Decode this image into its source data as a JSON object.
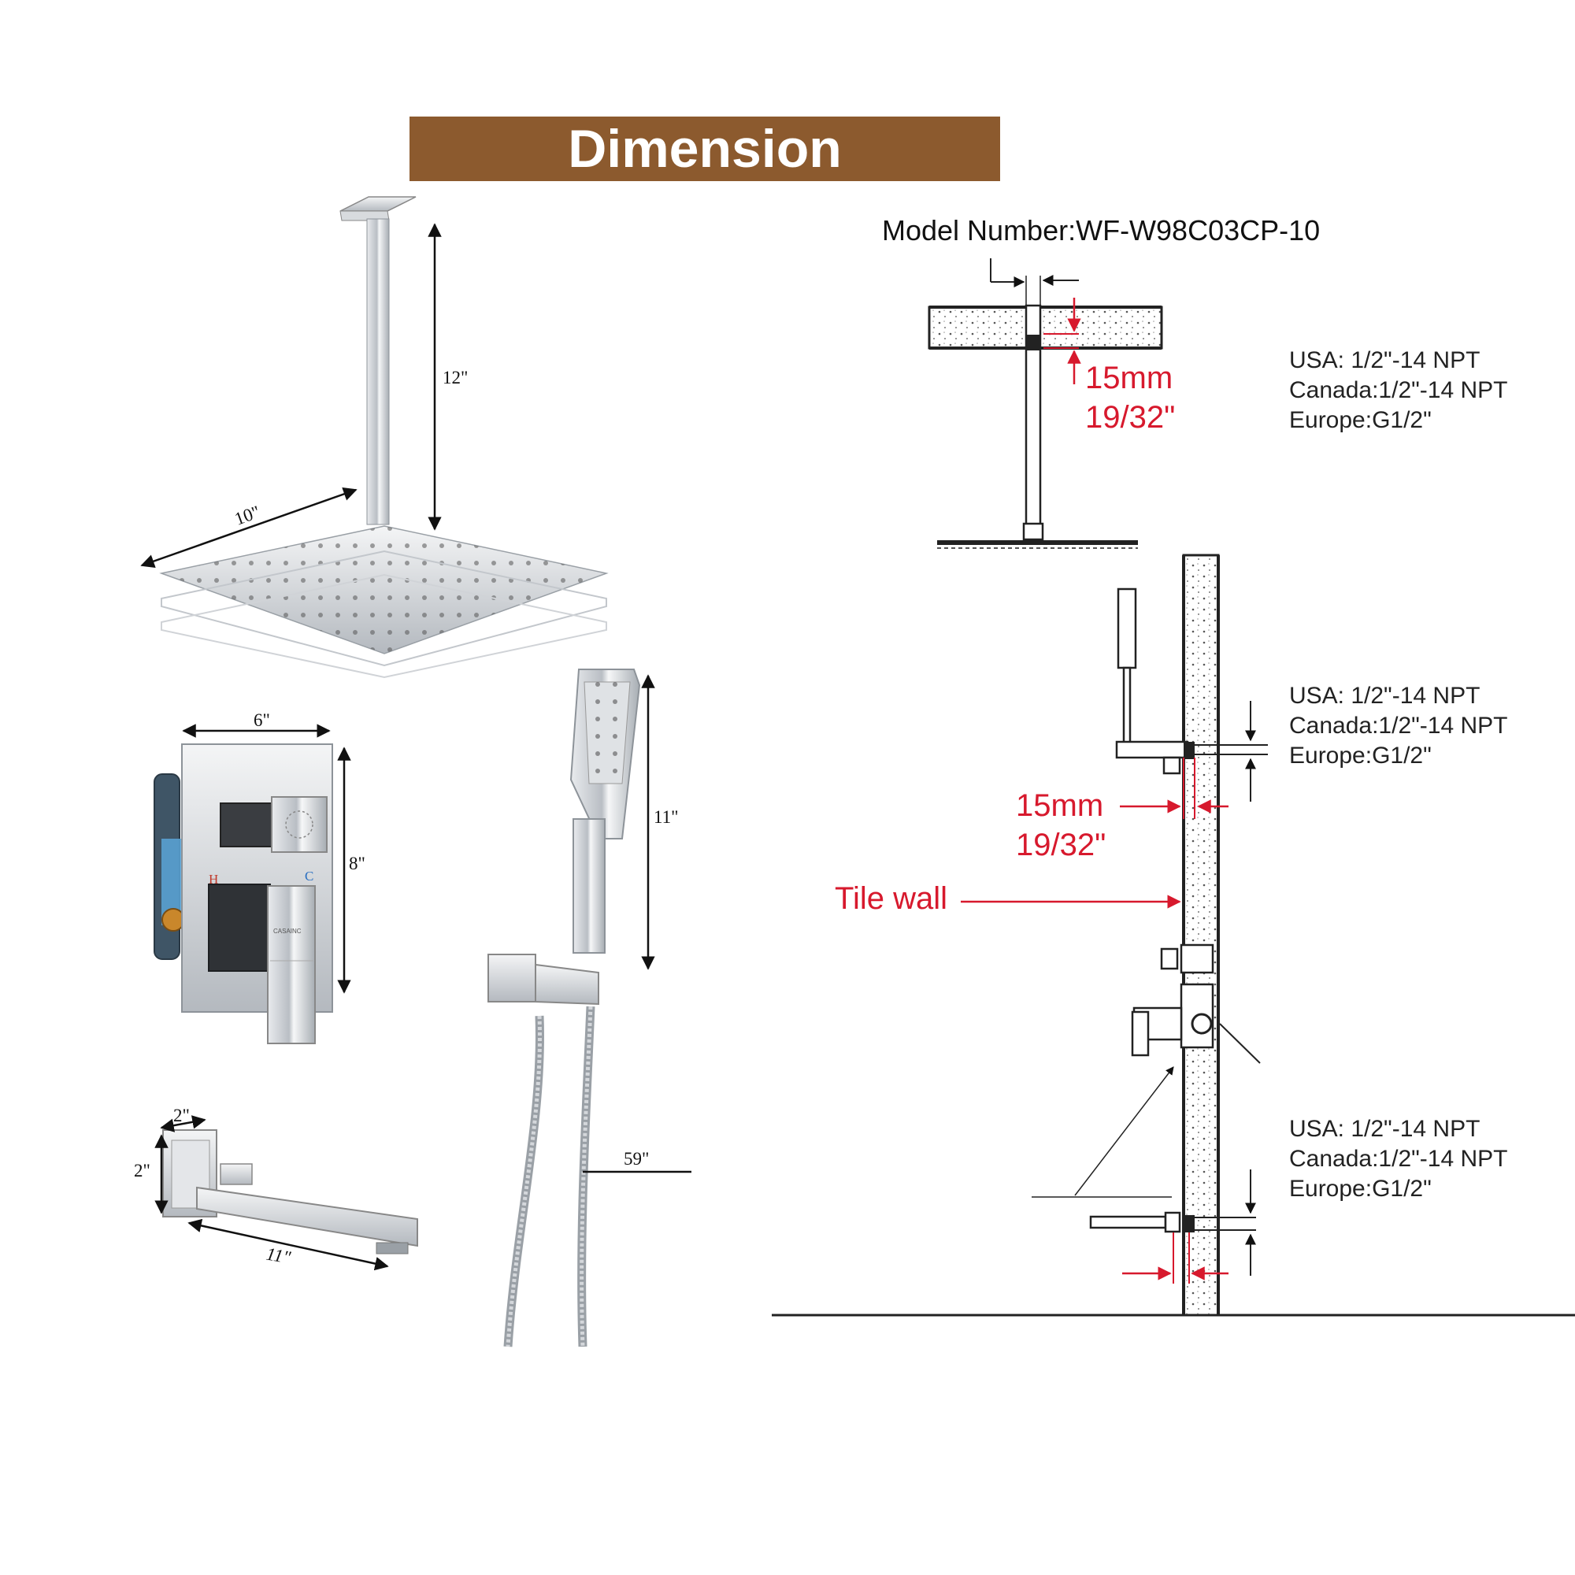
{
  "header": {
    "title": "Dimension"
  },
  "model_number": "Model Number:WF-W98C03CP-10",
  "product_dims": {
    "arm_length": "12\"",
    "head_width": "10\"",
    "valve_width": "6\"",
    "valve_height": "8\"",
    "handheld_length": "11\"",
    "hose_length": "59\"",
    "spout_width": "2\"",
    "spout_height": "2\"",
    "spout_length": "11\""
  },
  "valve_marks": {
    "hot": "H",
    "cold": "C",
    "brand": "CASAINC"
  },
  "thread_specs": [
    {
      "usa": "USA: 1/2\"-14 NPT",
      "canada": "Canada:1/2\"-14 NPT",
      "europe": "Europe:G1/2\""
    },
    {
      "usa": "USA: 1/2\"-14 NPT",
      "canada": "Canada:1/2\"-14 NPT",
      "europe": "Europe:G1/2\""
    },
    {
      "usa": "USA: 1/2\"-14 NPT",
      "canada": "Canada:1/2\"-14 NPT",
      "europe": "Europe:G1/2\""
    }
  ],
  "install_depths": [
    {
      "mm": "15mm",
      "inch": "19/32\""
    },
    {
      "mm": "15mm",
      "inch": "19/32\""
    }
  ],
  "tile_wall_label": "Tile wall",
  "colors": {
    "banner": "#8c5a2e",
    "callout": "#d7192d",
    "line": "#222222",
    "chrome": "#c9ccd0"
  }
}
